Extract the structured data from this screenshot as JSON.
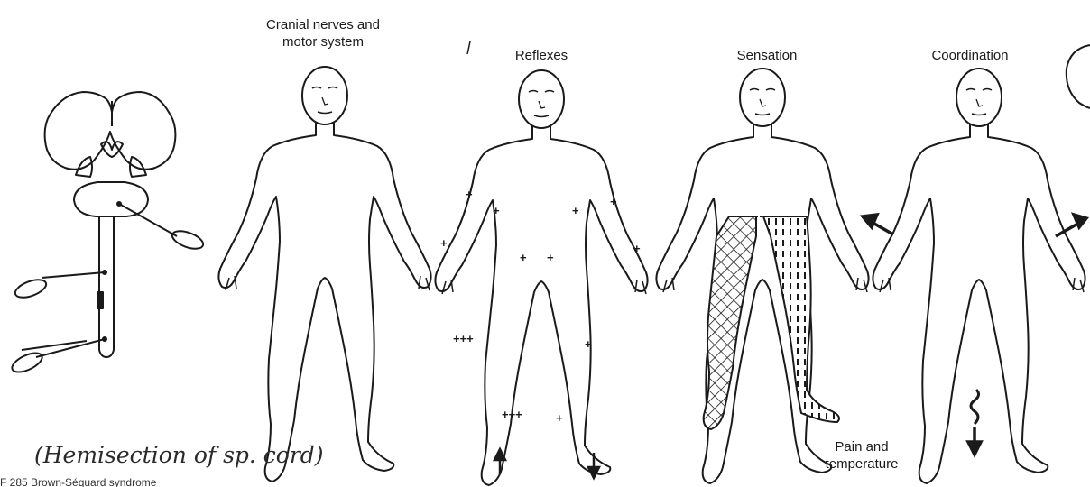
{
  "labels": {
    "cranial_line1": "Cranial nerves and",
    "cranial_line2": "motor system",
    "reflexes": "Reflexes",
    "sensation": "Sensation",
    "coordination": "Coordination",
    "pain_line1": "Pain and",
    "pain_line2": "temperature"
  },
  "handwriting": "(Hemisection of sp. cord)",
  "caption": "F 285 Brown-Séquard syndrome",
  "marks": {
    "plus": "+",
    "triple_plus": "+++"
  },
  "colors": {
    "ink": "#1a1a1a",
    "background": "#ffffff"
  }
}
